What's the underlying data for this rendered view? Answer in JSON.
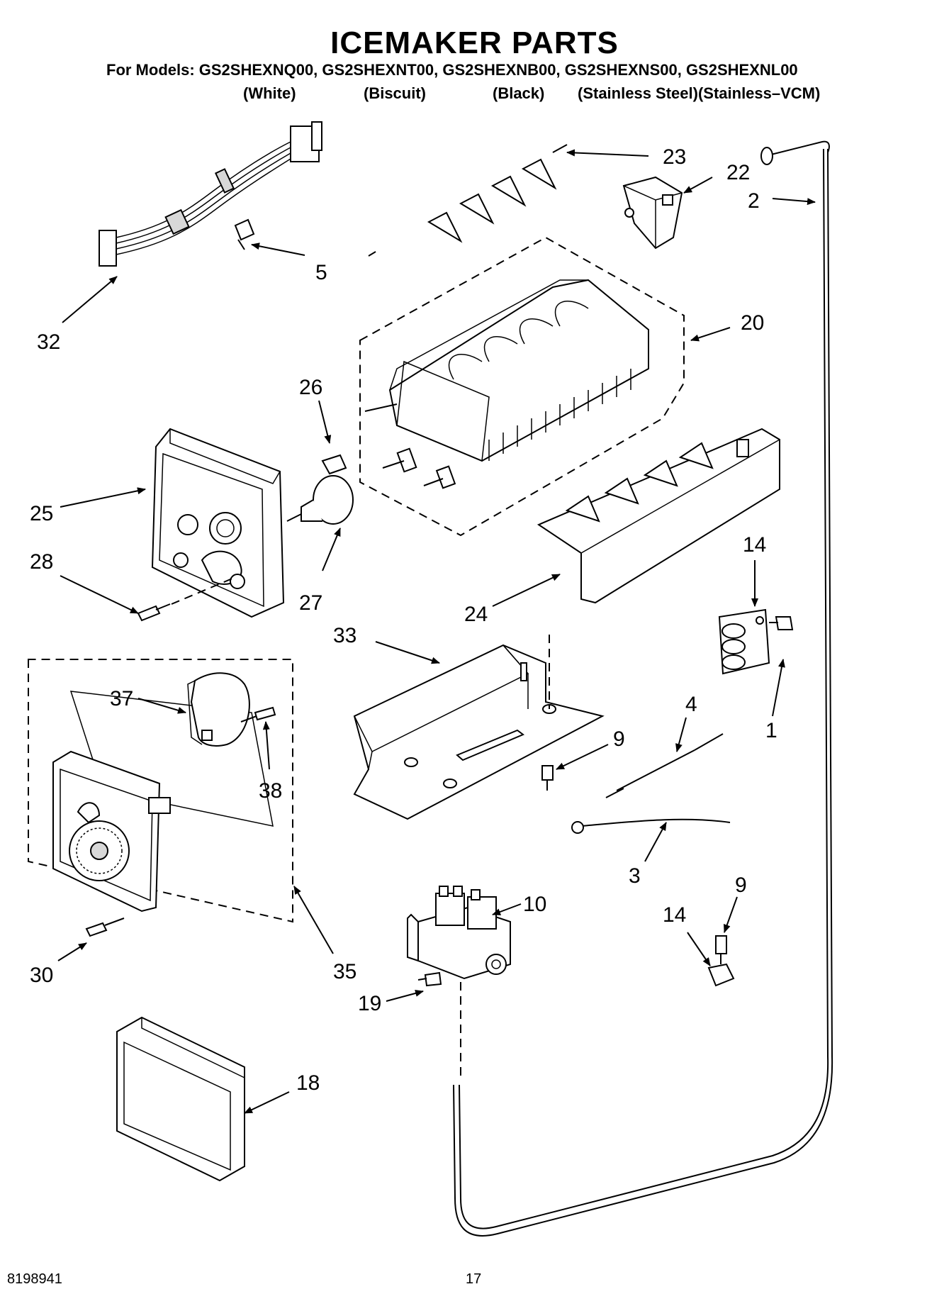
{
  "header": {
    "title": "ICEMAKER PARTS",
    "models_line": "For Models: GS2SHEXNQ00, GS2SHEXNT00, GS2SHEXNB00, GS2SHEXNS00, GS2SHEXNL00",
    "variants": [
      "(White)",
      "(Biscuit)",
      "(Black)",
      "(Stainless Steel)(Stainless–VCM)"
    ]
  },
  "callouts": {
    "c1": "1",
    "c2": "2",
    "c3": "3",
    "c4": "4",
    "c5": "5",
    "c9a": "9",
    "c9b": "9",
    "c10": "10",
    "c14a": "14",
    "c14b": "14",
    "c18": "18",
    "c19": "19",
    "c20": "20",
    "c22": "22",
    "c23": "23",
    "c24": "24",
    "c25": "25",
    "c26": "26",
    "c27": "27",
    "c28": "28",
    "c30": "30",
    "c32": "32",
    "c33": "33",
    "c35": "35",
    "c37": "37",
    "c38": "38"
  },
  "footer": {
    "doc_number": "8198941",
    "page_number": "17"
  }
}
